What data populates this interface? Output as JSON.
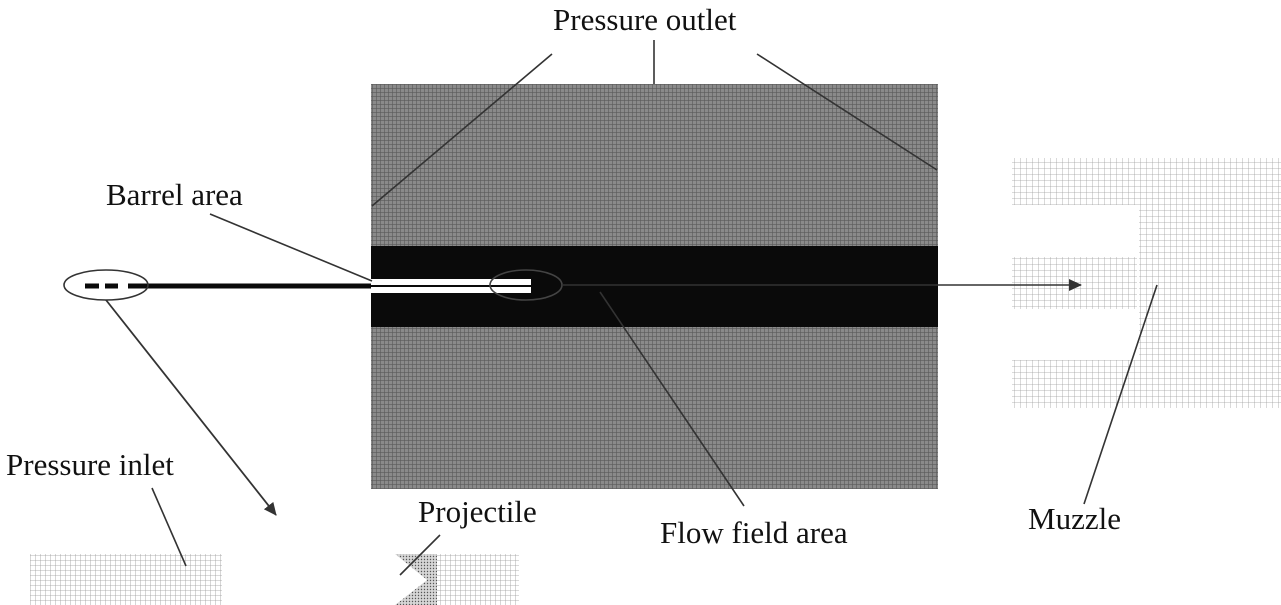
{
  "labels": {
    "pressure_outlet": "Pressure outlet",
    "barrel_area": "Barrel area",
    "pressure_inlet": "Pressure inlet",
    "projectile": "Projectile",
    "flow_field_area": "Flow field area",
    "muzzle": "Muzzle"
  },
  "colors": {
    "mesh_fine": "#7a7a7a",
    "mesh_dark": "#0a0a0a",
    "mesh_light": "#c8c8c8",
    "line": "#333333",
    "text": "#111111"
  }
}
